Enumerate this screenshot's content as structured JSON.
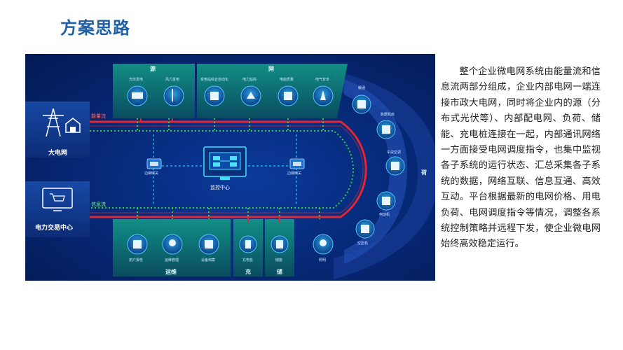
{
  "page_title": "方案思路",
  "diagram": {
    "nodes": {
      "grid": "大电网",
      "market": "电力交易中心",
      "monitor": "监控中心",
      "gateway_left": "边缘网关",
      "gateway_right": "边缘网关"
    },
    "flows": {
      "energy": "能量流",
      "info": "信息流"
    },
    "groups": {
      "source": "源",
      "network": "网",
      "load": "荷",
      "ops": "运维",
      "charge": "充",
      "storage": "储"
    },
    "source_items": [
      "光伏发电",
      "风力发电"
    ],
    "network_items": [
      "变电站综合自动化",
      "电力监控",
      "电能质量",
      "电气安全"
    ],
    "load_items": [
      "照明",
      "空压机",
      "电动机",
      "中央空调",
      "数据机房",
      "暖通"
    ],
    "ops_items": [
      "用户报告",
      "运维管理",
      "设备档案"
    ],
    "charge_items": [
      "充电桩"
    ],
    "storage_items": [
      "储能"
    ],
    "colors": {
      "energy_line": "#e3262f",
      "info_line": "#2ecc40",
      "gateway_line": "#24c6ff",
      "panel_green": "#0f7a6a",
      "background": "#072a7a"
    }
  },
  "description": "整个企业微电网系统由能量流和信息流两部分组成，企业内部电网一端连接市政大电网，同时将企业内的源（分布式光伏等）、内部配电网、负荷、储能、充电桩连接在一起，内部通讯网络一方面接受电网调度指令，也集中监视各子系统的运行状态、汇总采集各子系统的数据，网络互联、信息互通、高效互动。平台根据最新的电网价格、用电负荷、电网调度指令等情况，调整各系统控制策略并远程下发，使企业微电网始终高效稳定运行。"
}
